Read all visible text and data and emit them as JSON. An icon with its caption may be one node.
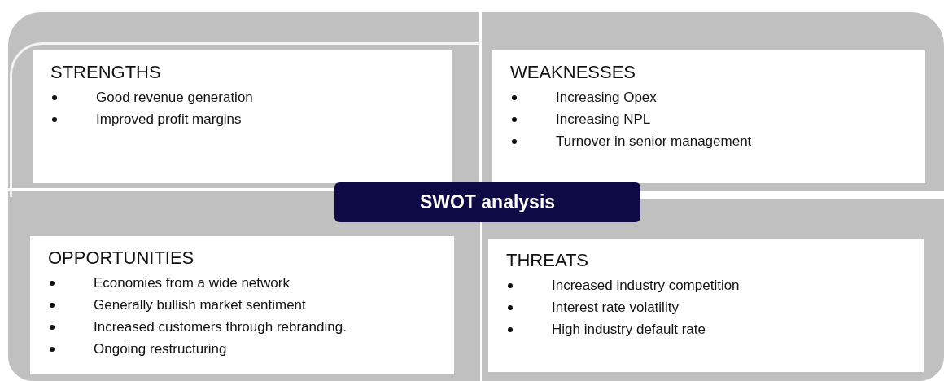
{
  "diagram": {
    "nodes": [
      {
        "text": [
          "STRENGTHS",
          "Good revenue generation",
          "Improved profit margins"
        ]
      },
      {
        "text": [
          "WEAKNESSES",
          "Increasing Opex",
          "Increasing NPL",
          "Turnover in senior management"
        ]
      },
      {
        "text": [
          "OPPORTUNITIES",
          "Economies from a wide network",
          "Generally bullish market sentiment",
          "Increased customers through rebranding.",
          "Ongoing restructuring"
        ]
      },
      {
        "text": [
          "THREATS",
          "Increased industry competition",
          "Interest rate volatility",
          "High industry default rate"
        ]
      },
      {
        "text": [
          "SWOT analysis"
        ]
      }
    ]
  }
}
